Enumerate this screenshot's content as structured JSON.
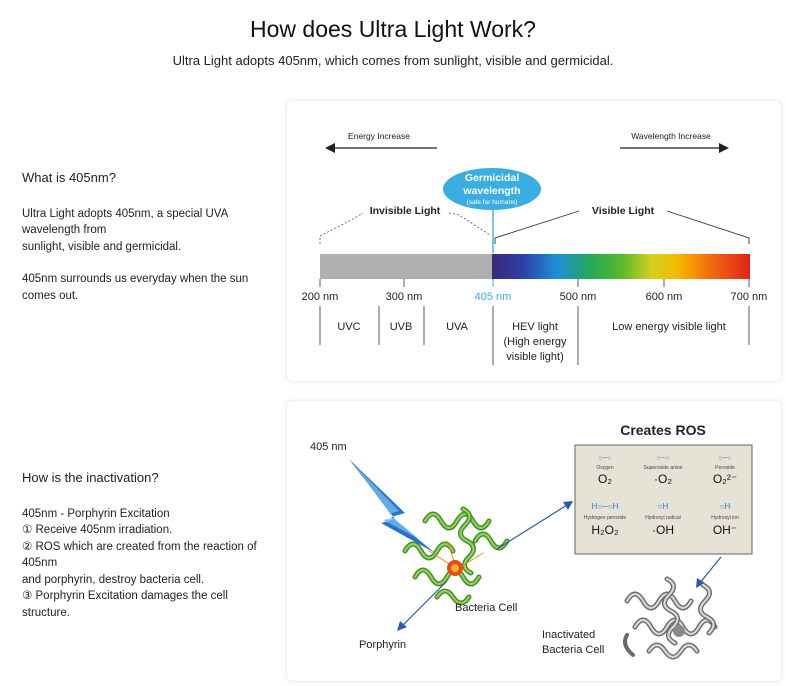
{
  "header": {
    "title": "How does Ultra Light Work?",
    "subtitle": "Ultra Light adopts 405nm, which comes from sunlight, visible and germicidal."
  },
  "section1": {
    "heading": "What is 405nm?",
    "para1_lines": [
      "Ultra Light adopts 405nm, a special UVA",
      "wavelength from",
      "sunlight, visible and germicidal."
    ],
    "para2_lines": [
      "405nm surrounds us everyday when the sun",
      "comes out."
    ]
  },
  "section2": {
    "heading": "How is the inactivation?",
    "lines": [
      "405nm - Porphyrin Excitation",
      "① Receive 405nm irradiation.",
      "② ROS which are created from the reaction of",
      "405nm",
      "and porphyrin, destroy bacteria cell.",
      "③ Porphyrin Excitation damages the cell",
      "structure."
    ]
  },
  "spectrum": {
    "energy_label": "Energy Increase",
    "wavelength_label": "Wavelength Increase",
    "bubble_line1": "Germicidal",
    "bubble_line2": "wavelength",
    "bubble_line3": "(safe for humans)",
    "invisible_label": "Invisible Light",
    "visible_label": "Visible Light",
    "ticks": [
      "200 nm",
      "300 nm",
      "405 nm",
      "500 nm",
      "600 nm",
      "700 nm"
    ],
    "bands": [
      "UVC",
      "UVB",
      "UVA",
      "HEV light",
      "(High energy",
      "visible light)",
      "Low energy visible light"
    ],
    "highlight_color": "#3aaee0"
  },
  "ros": {
    "title": "Creates ROS",
    "source_label": "405 nm",
    "bacteria_label": "Bacteria Cell",
    "porphyrin_label": "Porphyrin",
    "inactivated_line1": "Inactivated",
    "inactivated_line2": "Bacteria Cell",
    "cells": [
      {
        "name": "Oxygen",
        "formula": "O₂"
      },
      {
        "name": "Superoxide anion",
        "formula": "·O₂"
      },
      {
        "name": "Peroxide",
        "formula": "O₂²⁻"
      },
      {
        "name": "Hydrogen peroxide",
        "formula": "H₂O₂"
      },
      {
        "name": "Hydroxyl radical",
        "formula": "·OH"
      },
      {
        "name": "Hydroxyl ion",
        "formula": "OH⁻"
      }
    ]
  }
}
